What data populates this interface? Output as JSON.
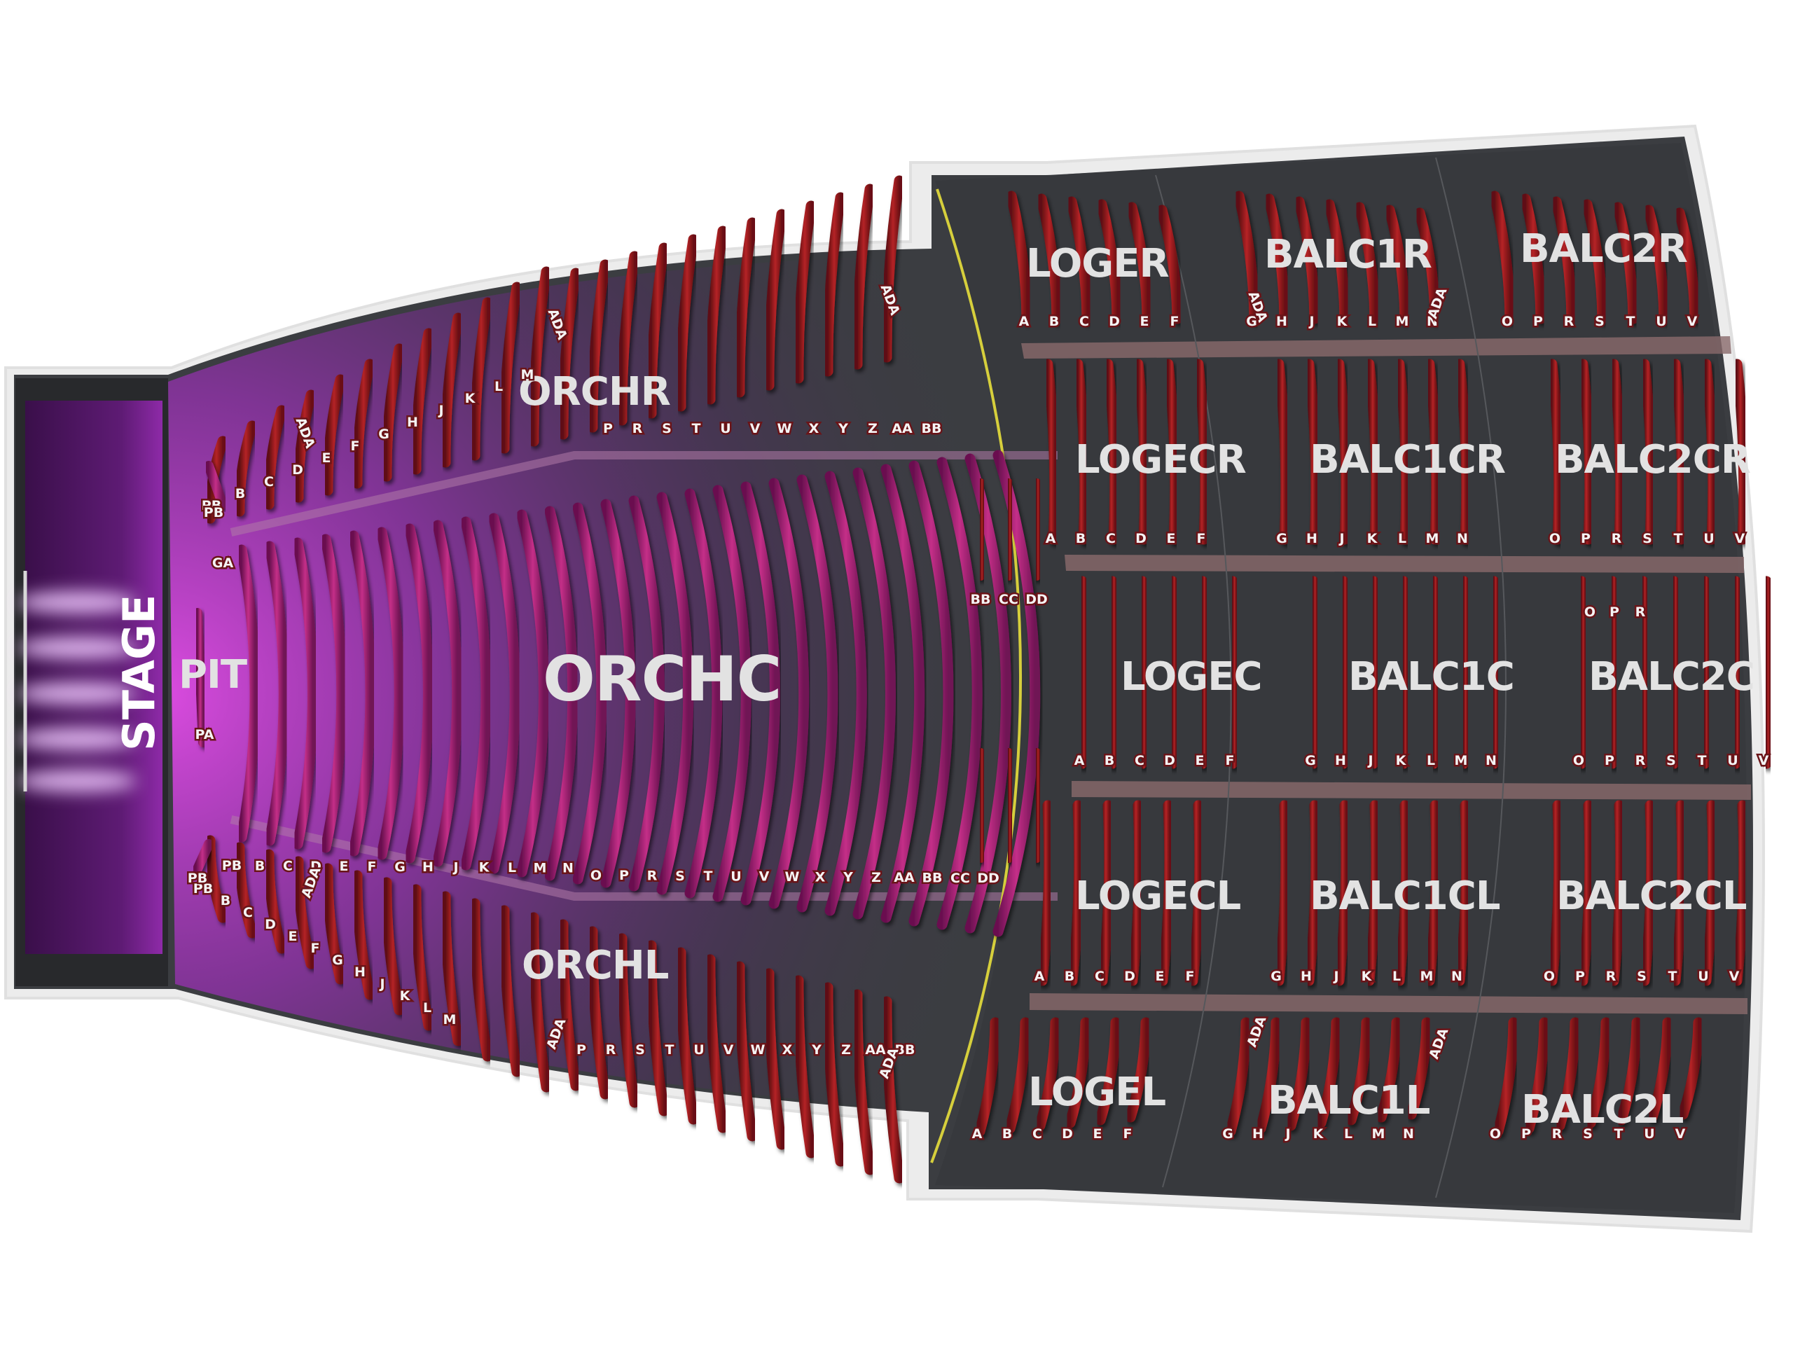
{
  "stage": {
    "label": "STAGE"
  },
  "sections": {
    "pit": {
      "label": "PIT",
      "rows": [
        "GA",
        "PA",
        "PB"
      ]
    },
    "orchr": {
      "label": "ORCHR",
      "rows": [
        "PB",
        "B",
        "C",
        "D",
        "E",
        "F",
        "G",
        "H",
        "J",
        "K",
        "L",
        "M",
        "P",
        "R",
        "S",
        "T",
        "U",
        "V",
        "W",
        "X",
        "Y",
        "Z",
        "AA",
        "BB"
      ],
      "ada": [
        "ADA",
        "ADA",
        "ADA"
      ]
    },
    "orchc": {
      "label": "ORCHC",
      "rows": [
        "PB",
        "B",
        "C",
        "D",
        "E",
        "F",
        "G",
        "H",
        "J",
        "K",
        "L",
        "M",
        "N",
        "O",
        "P",
        "R",
        "S",
        "T",
        "U",
        "V",
        "W",
        "X",
        "Y",
        "Z",
        "AA",
        "BB",
        "CC",
        "DD"
      ],
      "back_rows": [
        "BB",
        "CC",
        "DD"
      ]
    },
    "orchl": {
      "label": "ORCHL",
      "rows": [
        "PB",
        "B",
        "C",
        "D",
        "E",
        "F",
        "G",
        "H",
        "J",
        "K",
        "L",
        "M",
        "P",
        "R",
        "S",
        "T",
        "U",
        "V",
        "W",
        "X",
        "Y",
        "Z",
        "AA",
        "BB"
      ],
      "ada": [
        "ADA",
        "ADA",
        "ADA"
      ]
    },
    "loger": {
      "label": "LOGER",
      "rows": [
        "A",
        "B",
        "C",
        "D",
        "E",
        "F"
      ]
    },
    "logecr": {
      "label": "LOGECR",
      "rows": [
        "A",
        "B",
        "C",
        "D",
        "E",
        "F"
      ]
    },
    "logec": {
      "label": "LOGEC",
      "rows": [
        "A",
        "B",
        "C",
        "D",
        "E",
        "F"
      ]
    },
    "logecl": {
      "label": "LOGECL",
      "rows": [
        "A",
        "B",
        "C",
        "D",
        "E",
        "F"
      ]
    },
    "logel": {
      "label": "LOGEL",
      "rows": [
        "A",
        "B",
        "C",
        "D",
        "E",
        "F"
      ]
    },
    "balc1r": {
      "label": "BALC1R",
      "rows": [
        "G",
        "H",
        "J",
        "K",
        "L",
        "M",
        "N"
      ],
      "ada": [
        "ADA",
        "ADA"
      ]
    },
    "balc1cr": {
      "label": "BALC1CR",
      "rows": [
        "G",
        "H",
        "J",
        "K",
        "L",
        "M",
        "N"
      ]
    },
    "balc1c": {
      "label": "BALC1C",
      "rows": [
        "G",
        "H",
        "J",
        "K",
        "L",
        "M",
        "N"
      ]
    },
    "balc1cl": {
      "label": "BALC1CL",
      "rows": [
        "G",
        "H",
        "J",
        "K",
        "L",
        "M",
        "N"
      ]
    },
    "balc1l": {
      "label": "BALC1L",
      "rows": [
        "G",
        "H",
        "J",
        "K",
        "L",
        "M",
        "N"
      ],
      "ada": [
        "ADA",
        "ADA"
      ]
    },
    "balc2r": {
      "label": "BALC2R",
      "rows": [
        "O",
        "P",
        "R",
        "S",
        "T",
        "U",
        "V"
      ]
    },
    "balc2cr": {
      "label": "BALC2CR",
      "rows": [
        "O",
        "P",
        "R",
        "S",
        "T",
        "U",
        "V"
      ]
    },
    "balc2c": {
      "label": "BALC2C",
      "rows": [
        "O",
        "P",
        "R",
        "S",
        "T",
        "U",
        "V"
      ],
      "top_rows": [
        "O",
        "P",
        "R"
      ]
    },
    "balc2cl": {
      "label": "BALC2CL",
      "rows": [
        "O",
        "P",
        "R",
        "S",
        "T",
        "U",
        "V"
      ]
    },
    "balc2l": {
      "label": "BALC2L",
      "rows": [
        "O",
        "P",
        "R",
        "S",
        "T",
        "U",
        "V"
      ]
    }
  },
  "colors": {
    "background": "#ffffff",
    "floor": "#3a3c40",
    "stage": "#5a1a6e",
    "seat": "#8e1a1c",
    "seat_highlight": "#c0282a",
    "orchestra_seat": "#b8287a",
    "glow": "#c040d8",
    "aisle": "#8a6a6c",
    "rail": "#d8d040",
    "label": "#e2e2e2"
  }
}
